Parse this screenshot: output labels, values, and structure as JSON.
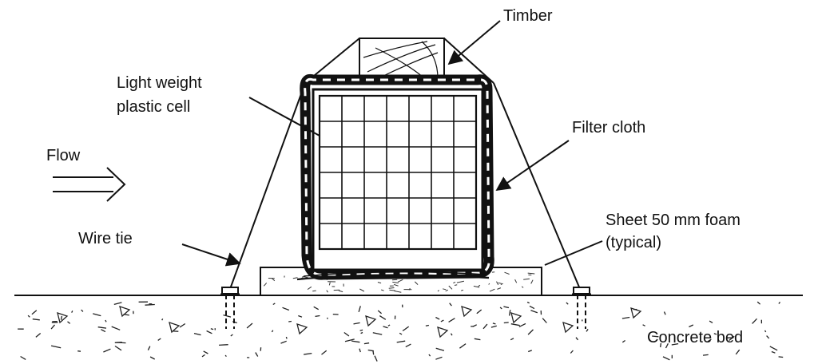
{
  "labels": {
    "timber": "Timber",
    "plastic_cell_line1": "Light weight",
    "plastic_cell_line2": "plastic cell",
    "filter_cloth": "Filter cloth",
    "flow": "Flow",
    "foam_line1": "Sheet 50 mm foam",
    "foam_line2": "(typical)",
    "wire_tie": "Wire tie",
    "concrete_bed": "Concrete bed"
  }
}
